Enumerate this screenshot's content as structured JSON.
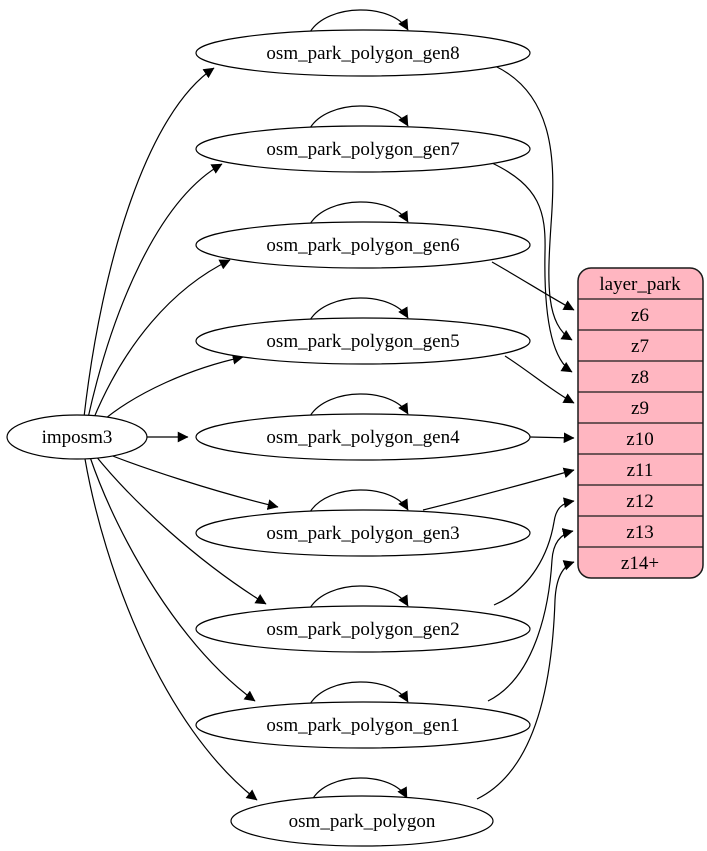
{
  "diagram": {
    "kind": "graphviz-dependency-graph",
    "source": {
      "label": "imposm3"
    },
    "tables": [
      {
        "label": "osm_park_polygon_gen8",
        "target_row": "z7"
      },
      {
        "label": "osm_park_polygon_gen7",
        "target_row": "z8"
      },
      {
        "label": "osm_park_polygon_gen6",
        "target_row": "z6"
      },
      {
        "label": "osm_park_polygon_gen5",
        "target_row": "z9"
      },
      {
        "label": "osm_park_polygon_gen4",
        "target_row": "z10"
      },
      {
        "label": "osm_park_polygon_gen3",
        "target_row": "z11"
      },
      {
        "label": "osm_park_polygon_gen2",
        "target_row": "z12"
      },
      {
        "label": "osm_park_polygon_gen1",
        "target_row": "z13"
      },
      {
        "label": "osm_park_polygon",
        "target_row": "z14+"
      }
    ],
    "layer": {
      "title": "layer_park",
      "rows": [
        "z6",
        "z7",
        "z8",
        "z9",
        "z10",
        "z11",
        "z12",
        "z13",
        "z14+"
      ]
    },
    "edges_note": "imposm3 feeds every table; every table has a self-loop; each table feeds one zoom row of layer_park",
    "colors": {
      "layer_fill": "#ffb6c1",
      "node_fill": "#ffffff",
      "stroke": "#000000",
      "background": "#ffffff"
    }
  }
}
